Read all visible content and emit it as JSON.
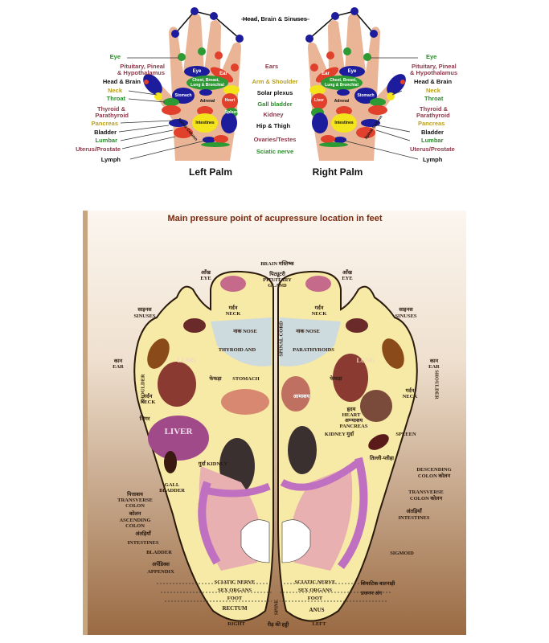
{
  "hands": {
    "left_caption": "Left Palm",
    "right_caption": "Right Palm",
    "center_labels": [
      "Head, Brain & Sinuses",
      "Ears",
      "Arm & Shoulder",
      "Solar plexus",
      "Gall bladder",
      "Kidney",
      "Hip & Thigh",
      "Ovaries/Testes",
      "Sciatic nerve"
    ],
    "side_labels": [
      "Eye",
      "Pituitary, Pineal",
      "& Hypothalamus",
      "Head & Brain",
      "Neck",
      "Throat",
      "Thyroid &",
      "Parathyroid",
      "Pancreas",
      "Bladder",
      "Lumbar",
      "Uterus/Prostate",
      "Lymph"
    ],
    "left_palm_zones": [
      "Eye",
      "Ear",
      "Chest, Breast,",
      "Lung & Bronchial",
      "Stomach",
      "Adrenal",
      "Heart",
      "Spleen",
      "Intestines",
      "Spinal Column"
    ],
    "right_palm_zones": [
      "Ear",
      "Eye",
      "Chest, Breast,",
      "Lung & Bronchial",
      "Liver",
      "Adrenal",
      "Stomach",
      "Intestines",
      "Spinal Column"
    ]
  },
  "feet": {
    "title": "Main pressure point of acupressure location in feet",
    "labels": {
      "brain": "BRAIN मस्तिष्क",
      "pituitary_hi": "पिट्यूटरी",
      "pituitary": "PITUITARY",
      "gland": "GLAND",
      "eye_hi": "आँख",
      "eye": "EYE",
      "sinuses_hi": "साइनस",
      "sinuses": "SINUSES",
      "neck_hi": "गर्दन",
      "neck": "NECK",
      "nose": "नाक NOSE",
      "thyroid": "THYROID AND",
      "parathyroids": "PARATHYROIDS",
      "ear_hi": "कान",
      "ear": "EAR",
      "shoulder": "SHOULDER",
      "lung": "LUNG",
      "lung_hi": "फेफड़ा",
      "stomach": "STOMACH",
      "stomach_hi": "आमाशय",
      "liver_hi": "जिगर",
      "liver": "LIVER",
      "kidney_r": "गुर्दा KIDNEY",
      "kidney_l": "KIDNEY गुर्दा",
      "gall": "GALL",
      "bladder_g": "BLADDER",
      "heart_hi": "हृदय",
      "heart": "HEART",
      "pancreas_hi": "अग्न्याशय",
      "pancreas": "PANCREAS",
      "spleen": "SPLEEN",
      "spleen_hi": "तिल्ली-प्लीहा",
      "spinal_cord": "SPINAL CORD",
      "tc_hi": "पित्ताशय",
      "transverse": "TRANSVERSE",
      "colon": "COLON",
      "ac_hi": "कोलन",
      "ascending": "ASCENDING",
      "int_hi": "अंतड़ियाँ",
      "intestines": "INTESTINES",
      "bladder": "BLADDER",
      "app_hi": "अपेंडिक्स",
      "appendix": "APPENDIX",
      "descending": "DESCENDING",
      "colon_hi": "COLON कोलन",
      "sigmoid": "SIGMOID",
      "sciatic": "SCIATIC NERVE",
      "sex": "SEX ORGANS",
      "foot": "FOOT",
      "sciatic_hi": "शियाटिक वातनाड़ी",
      "sex_hi": "प्रजनन अंग",
      "rectum": "RECTUM",
      "anus": "ANUS",
      "spine": "SPINE",
      "right": "RIGHT",
      "left": "LEFT",
      "spine_hi": "रीढ़ की हड्डी"
    }
  },
  "colors": {
    "skin": "#e9b596",
    "blue": "#1c1c9c",
    "green": "#2e9a34",
    "red": "#e0402c",
    "yellow": "#f4e41c",
    "foot": "#f7e9a6",
    "panel": "#a0714a"
  }
}
